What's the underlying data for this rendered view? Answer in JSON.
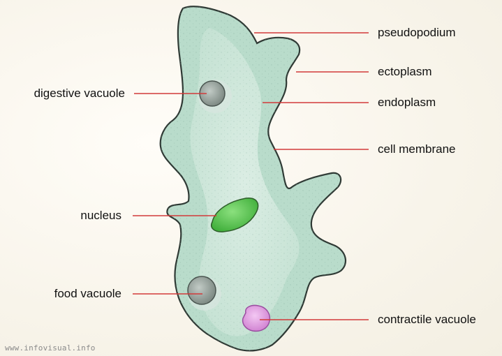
{
  "labels": {
    "pseudopodium": "pseudopodium",
    "ectoplasm": "ectoplasm",
    "endoplasm": "endoplasm",
    "cell_membrane": "cell membrane",
    "digestive_vacuole": "digestive vacuole",
    "nucleus": "nucleus",
    "food_vacuole": "food vacuole",
    "contractile_vacuole": "contractile vacuole"
  },
  "credit": "www.infovisual.info",
  "colors": {
    "cell_fill": "#b9dccb",
    "cell_outline": "#2f3a35",
    "endoplasm_fill": "#dceee6",
    "leader_line": "#d23a3a",
    "nucleus": "#5fcc55",
    "vacuole": "#9aa6a0",
    "contractile_vacuole": "#e4a0e4"
  }
}
